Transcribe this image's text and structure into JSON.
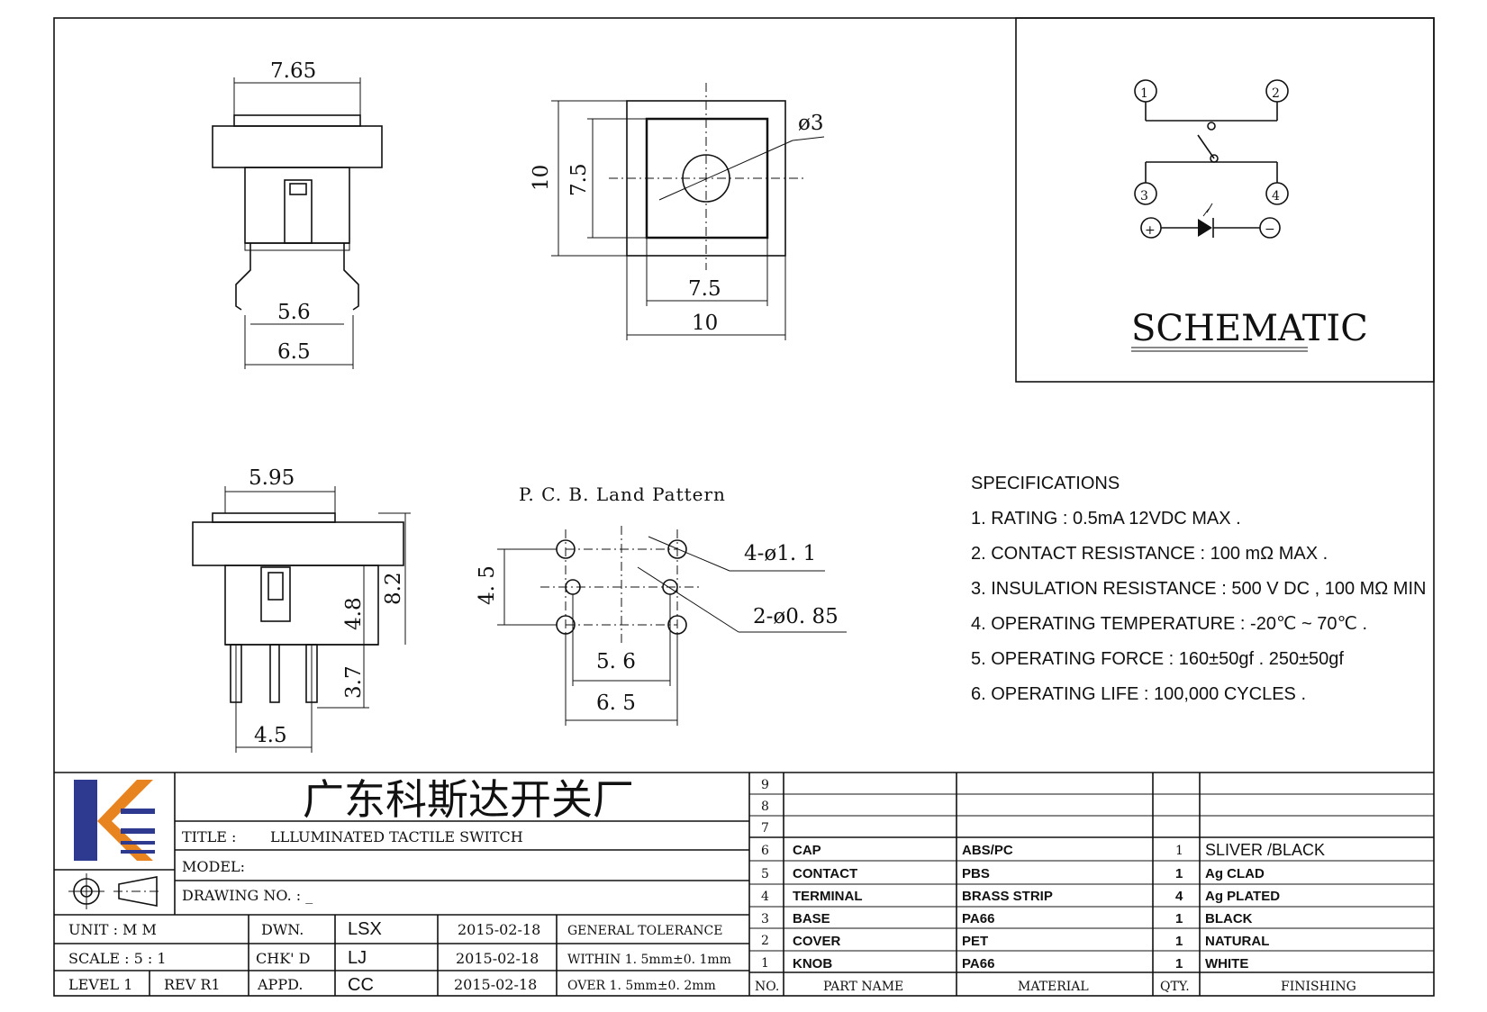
{
  "drawing": {
    "top_view_dims": {
      "width_top": "7.65",
      "inner": "5.6",
      "outer": "6.5"
    },
    "front_view_dims": {
      "height_outer": "10",
      "height_inner": "7.5",
      "hole": "ø3",
      "width_inner": "7.5",
      "width_outer": "10"
    },
    "side_view_dims": {
      "top": "5.95",
      "h1": "4.8",
      "h2": "8.2",
      "leg": "3.7",
      "bottom": "4.5"
    },
    "pcb": {
      "title": "P. C. B. Land Pattern",
      "hole_a": "4-ø1. 1",
      "hole_b": "2-ø0. 85",
      "vert": "4. 5",
      "w1": "5. 6",
      "w2": "6. 5"
    },
    "schematic": {
      "title": "SCHEMATIC",
      "pins": [
        "1",
        "2",
        "3",
        "4"
      ],
      "plus": "+",
      "minus": "−"
    }
  },
  "specifications": {
    "title": "SPECIFICATIONS",
    "items": [
      "1. RATING : 0.5mA 12VDC MAX .",
      "2. CONTACT RESISTANCE : 100 mΩ MAX .",
      "3. INSULATION RESISTANCE : 500 V DC , 100 MΩ MIN",
      "4. OPERATING TEMPERATURE : -20℃ ~ 70℃ .",
      "5. OPERATING FORCE : 160±50gf . 250±50gf",
      "6. OPERATING LIFE : 100,000 CYCLES ."
    ]
  },
  "title_block": {
    "company": "广东科斯达开关厂",
    "title_label": "TITLE :",
    "title_value": "LLLUMINATED TACTILE SWITCH",
    "model_label": "MODEL:",
    "drawing_no_label": "DRAWING NO. : _",
    "unit": "UNIT   :   M M",
    "scale": "SCALE  :  5 : 1",
    "level": "LEVEL 1",
    "rev": "REV  R1",
    "dwn": "DWN.",
    "chkd": "CHK' D",
    "appd": "APPD.",
    "dwn_by": "LSX",
    "chk_by": "LJ",
    "app_by": "CC",
    "date1": "2015-02-18",
    "date2": "2015-02-18",
    "date3": "2015-02-18",
    "tol_title": "GENERAL TOLERANCE",
    "tol1": "WITHIN  1. 5mm±0. 1mm",
    "tol2": "OVER    1. 5mm±0. 2mm"
  },
  "bom": {
    "header": {
      "no": "NO.",
      "part": "PART   NAME",
      "material": "MATERIAL",
      "qty": "QTY.",
      "finishing": "FINISHING"
    },
    "empty_rows": [
      "9",
      "8",
      "7"
    ],
    "rows": [
      {
        "no": "6",
        "part": "CAP",
        "material": "ABS/PC",
        "qty": "1",
        "finishing": "SLIVER /BLACK"
      },
      {
        "no": "5",
        "part": "CONTACT",
        "material": "PBS",
        "qty": "1",
        "finishing": "Ag CLAD"
      },
      {
        "no": "4",
        "part": "TERMINAL",
        "material": "BRASS STRIP",
        "qty": "4",
        "finishing": "Ag PLATED"
      },
      {
        "no": "3",
        "part": "BASE",
        "material": "PA66",
        "qty": "1",
        "finishing": "BLACK"
      },
      {
        "no": "2",
        "part": "COVER",
        "material": "PET",
        "qty": "1",
        "finishing": "NATURAL"
      },
      {
        "no": "1",
        "part": "KNOB",
        "material": "PA66",
        "qty": "1",
        "finishing": "WHITE"
      }
    ]
  },
  "colors": {
    "logo_blue": "#2e3a8f",
    "logo_orange": "#e8841f",
    "line": "#111111"
  }
}
